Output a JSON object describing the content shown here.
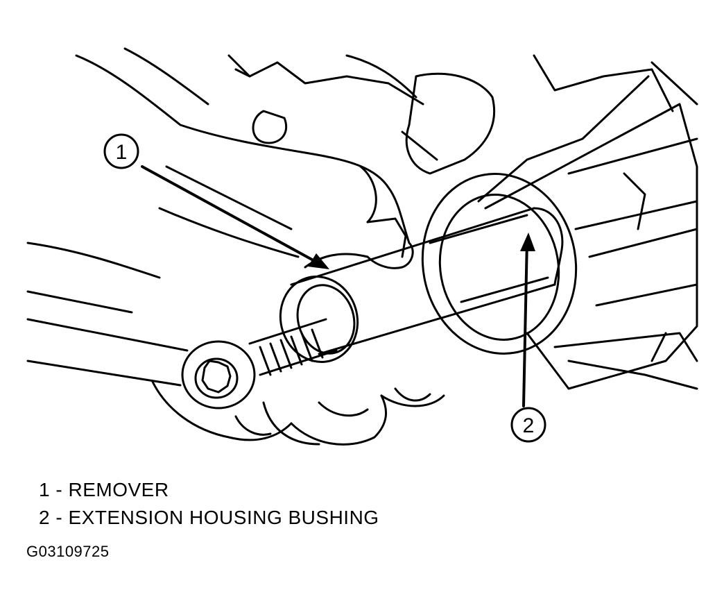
{
  "callouts": [
    {
      "number": "1"
    },
    {
      "number": "2"
    }
  ],
  "legend": [
    {
      "number": "1",
      "separator": "-",
      "label": "REMOVER"
    },
    {
      "number": "2",
      "separator": "-",
      "label": "EXTENSION HOUSING BUSHING"
    }
  ],
  "figure_id": "G03109725",
  "colors": {
    "line": "#000000",
    "background": "#ffffff"
  }
}
